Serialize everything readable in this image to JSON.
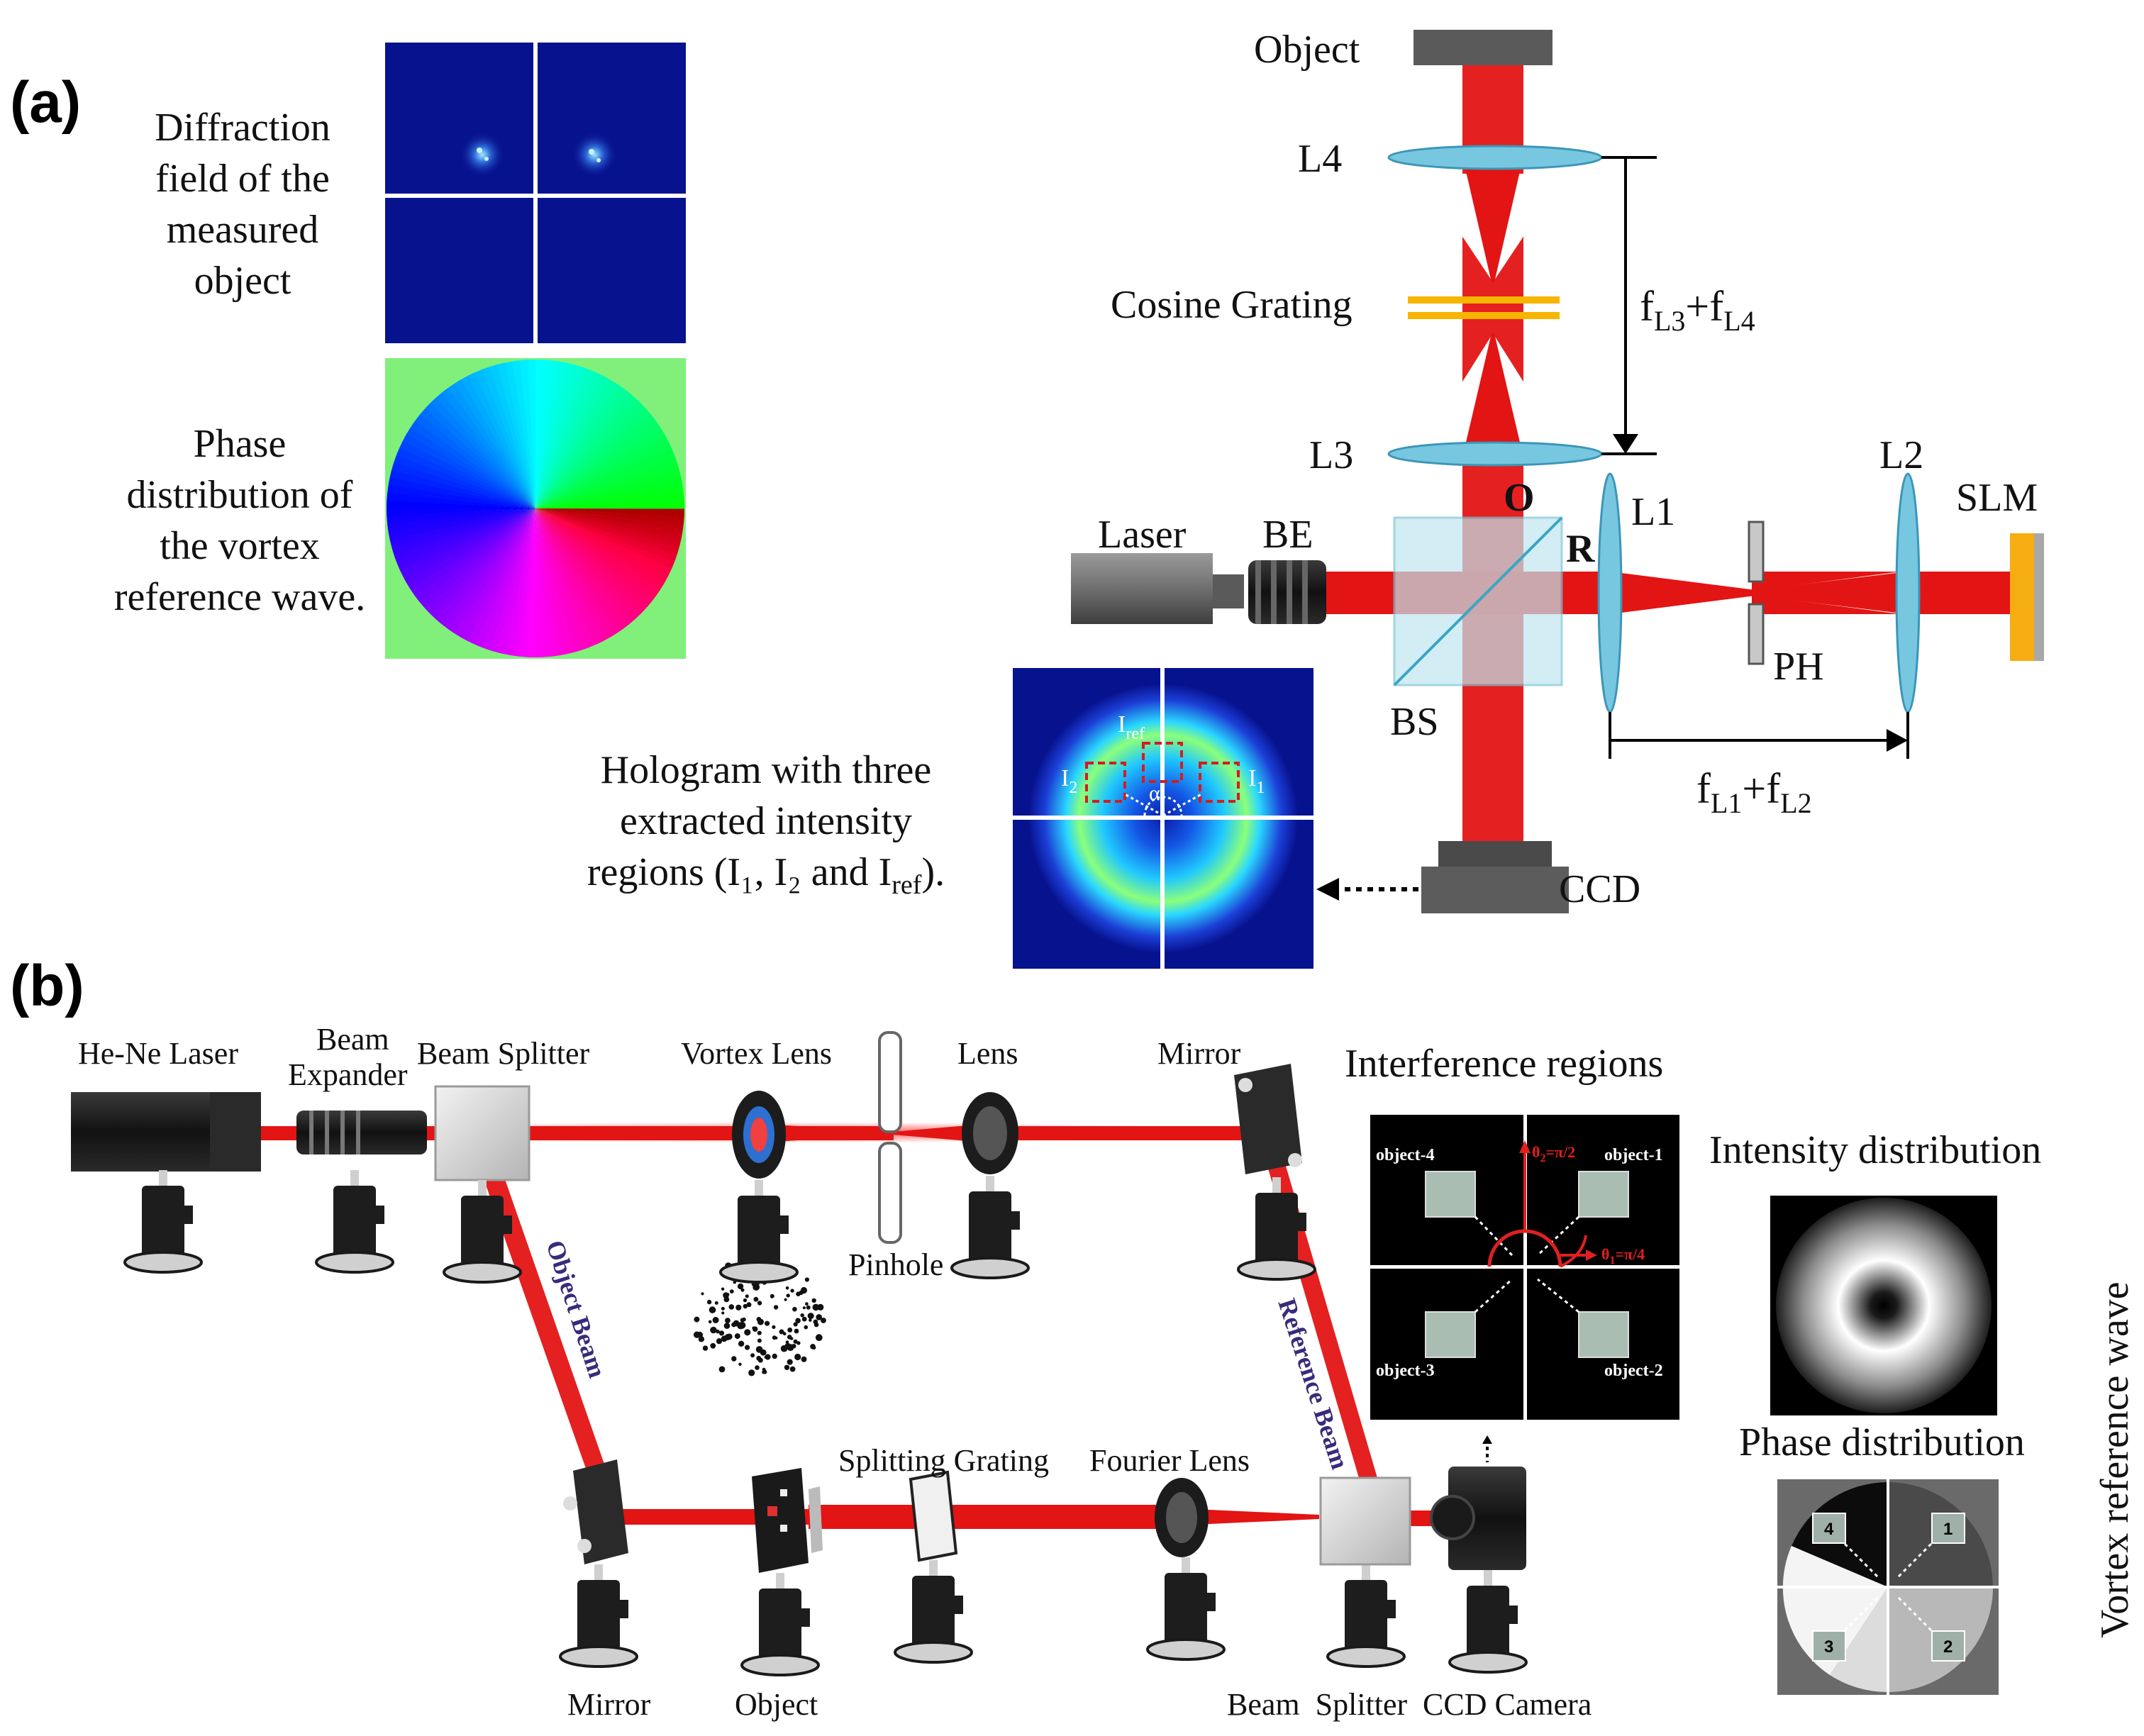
{
  "panel_a": {
    "label": "(a)",
    "diffraction_caption": [
      "Diffraction",
      "field of the",
      "measured",
      "object"
    ],
    "phase_caption": [
      "Phase",
      "distribution of",
      "the vortex",
      "reference wave."
    ],
    "hologram_caption_1": "Hologram with three",
    "hologram_caption_2": "extracted intensity",
    "hologram_caption_3": "regions (I₁, I₂ and I",
    "hologram_caption_3_sub": "ref",
    "hologram_caption_3_end": ").",
    "labels": {
      "object": "Object",
      "l4": "L4",
      "cosine_grating": "Cosine Grating",
      "l3": "L3",
      "o": "O",
      "r": "R",
      "l1": "L1",
      "l2": "L2",
      "slm": "SLM",
      "laser": "Laser",
      "be": "BE",
      "bs": "BS",
      "ph": "PH",
      "ccd": "CCD"
    },
    "focal_l34_main": "f",
    "focal_l34_sub1": "L3",
    "focal_l34_plus": "+f",
    "focal_l34_sub2": "L4",
    "focal_l12_main": "f",
    "focal_l12_sub1": "L1",
    "focal_l12_plus": "+f",
    "focal_l12_sub2": "L2",
    "hologram_labels": {
      "iref_main": "I",
      "iref_sub": "ref",
      "i1_main": "I",
      "i1_sub": "1",
      "i2_main": "I",
      "i2_sub": "2",
      "alpha": "α"
    }
  },
  "panel_b": {
    "label": "(b)",
    "components": {
      "laser": "He-Ne Laser",
      "beam_expander_1": "Beam",
      "beam_expander_2": "Expander",
      "beam_splitter_top": "Beam Splitter",
      "vortex_lens": "Vortex Lens",
      "lens": "Lens",
      "mirror_top": "Mirror",
      "pinhole": "Pinhole",
      "splitting_grating": "Splitting Grating",
      "fourier_lens": "Fourier Lens",
      "mirror_bottom": "Mirror",
      "object": "Object",
      "beam_splitter_bottom": "Beam  Splitter",
      "ccd_camera": "CCD Camera"
    },
    "beams": {
      "object_beam": "Object Beam",
      "reference_beam": "Reference Beam"
    },
    "interference": {
      "title": "Interference regions",
      "object_4": "object-4",
      "object_1": "object-1",
      "object_3": "object-3",
      "object_2": "object-2",
      "theta2_main": "θ",
      "theta2_sub": "2",
      "theta2_val": "=π/2",
      "theta1_main": "θ",
      "theta1_sub": "1",
      "theta1_val": "=π/4"
    },
    "intensity_title": "Intensity distribution",
    "phase_title": "Phase distribution",
    "vertical_label": "Vortex reference wave",
    "phase_numbers": [
      "4",
      "1",
      "3",
      "2"
    ]
  }
}
